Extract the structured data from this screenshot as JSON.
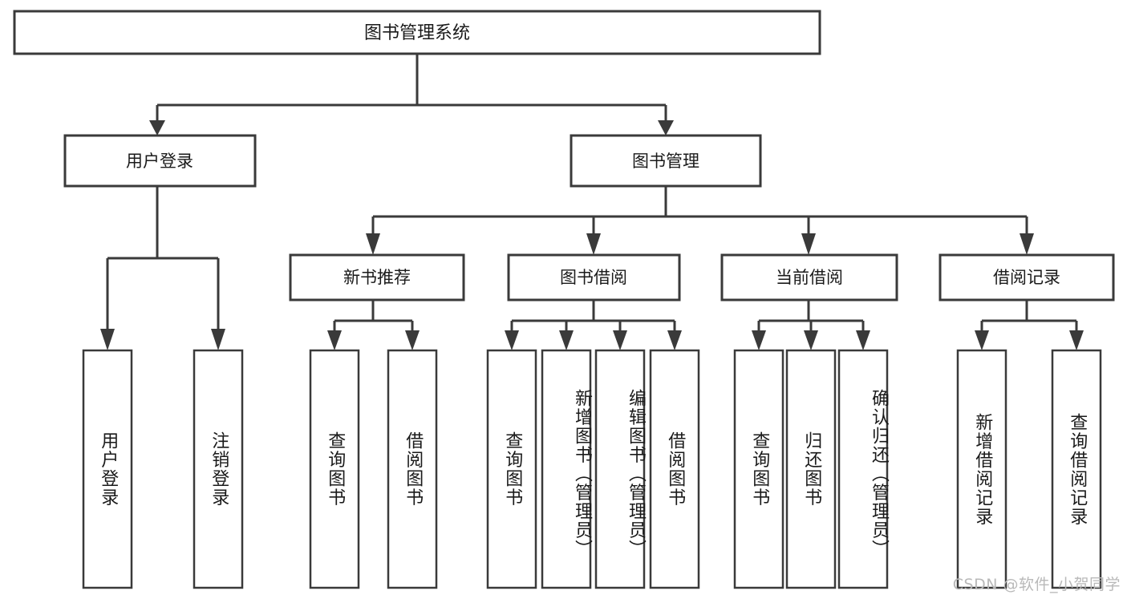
{
  "diagram": {
    "title": "图书管理系统",
    "watermark": "CSDN @软件_小贺同学",
    "style": {
      "line_color": "#3a3a3a",
      "box_fill": "#ffffff",
      "text_color": "#1a1a1a",
      "watermark_color": "#b9b9b9",
      "background": "#ffffff"
    },
    "root": {
      "label": "图书管理系统"
    },
    "level2": [
      {
        "label": "用户登录"
      },
      {
        "label": "图书管理"
      }
    ],
    "level3": [
      {
        "label": "新书推荐"
      },
      {
        "label": "图书借阅"
      },
      {
        "label": "当前借阅"
      },
      {
        "label": "借阅记录"
      }
    ],
    "leaves": {
      "user_login": [
        {
          "label": "用户登录"
        },
        {
          "label": "注销登录"
        }
      ],
      "new_book": [
        {
          "label": "查询图书"
        },
        {
          "label": "借阅图书"
        }
      ],
      "book_borrow": [
        {
          "label": "查询图书"
        },
        {
          "label": "新增图书（管理员）"
        },
        {
          "label": "编辑图书（管理员）"
        },
        {
          "label": "借阅图书"
        }
      ],
      "current_borrow": [
        {
          "label": "查询图书"
        },
        {
          "label": "归还图书"
        },
        {
          "label": "确认归还（管理员）"
        }
      ],
      "borrow_record": [
        {
          "label": "新增借阅记录"
        },
        {
          "label": "查询借阅记录"
        }
      ]
    }
  }
}
